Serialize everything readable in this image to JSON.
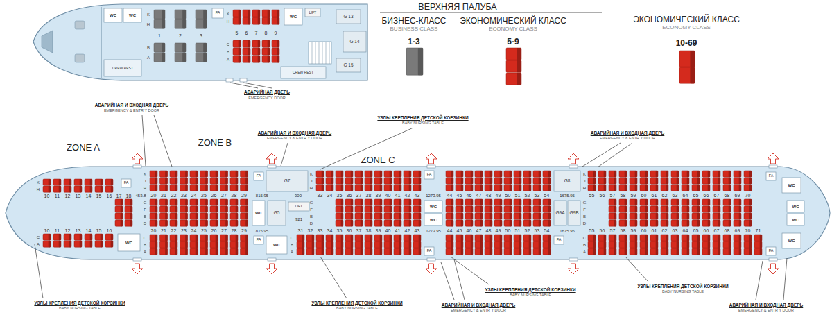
{
  "diagram": {
    "title": "ВЕРХНЯЯ ПАЛУБА",
    "labels": [
      "BUSINESS CLASS",
      "1-3",
      "ECONOMY CLASS",
      "5-9",
      "ECONOMY CLASS",
      "10-69",
      "1",
      "2",
      "3",
      "5",
      "6",
      "7",
      "8",
      "9",
      "K",
      "H",
      "B",
      "A",
      "K",
      "H",
      "C",
      "B",
      "A",
      "WC",
      "WC",
      "WC",
      "FA",
      "LIFT",
      "CREW REST",
      "CREW REST",
      "G 13",
      "G 14",
      "G 15",
      "АВАРИЙНАЯ ДВЕРЬ",
      "EMERGENCY DOOR",
      "ZONE A",
      "ZONE B",
      "ZONE C",
      "АВАРИЙНАЯ И ВХОДНАЯ ДВЕРЬ",
      "EMERGENCY & ENTR Y DOOR",
      "АВАРИЙНАЯ И ВХОДНАЯ ДВЕРЬ",
      "EMERGENCY & ENTR Y DOOR",
      "УЗЛЫ КРЕПЛЕНИЯ ДЕТСКОЙ КОРЗИНКИ",
      "BABY NURSING TABLE",
      "АВАРИЙНАЯ И ВХОДНАЯ ДВЕРЬ",
      "EMERGENCY & ENTR Y DOOR",
      "УЗЛЫ КРЕПЛЕНИЯ ДЕТСКОЙ КОРЗИНКИ",
      "BABY NURSING TABLE",
      "УЗЛЫ КРЕПЛЕНИЯ ДЕТСКОЙ КОРЗИНКИ",
      "BABY NURSING TABLE",
      "УЗЛЫ КРЕПЛЕНИЯ ДЕТСКОЙ КОРЗИНКИ",
      "BABY NURSING TABLE",
      "АВАРИЙНАЯ И ВХОДНАЯ ДВЕРЬ",
      "EMERGENCY & ENTR Y DOOR",
      "УЗЛЫ КРЕПЛЕНИЯ ДЕТСКОЙ КОРЗИНКИ",
      "BABY NURSING TABLE",
      "АВАРИЙНАЯ И ВХОДНАЯ ДВЕРЬ",
      "EMERGENCY & ENTR Y DOOR",
      "453.8",
      "815.95",
      "815.95",
      "900",
      "921",
      "1273.95",
      "1273.95",
      "1675.95",
      "1675.95",
      "G7",
      "G5",
      "LIFT",
      "G8",
      "G9A",
      "G9B",
      "WC",
      "WC",
      "WC",
      "WC",
      "WC",
      "WC",
      "WC",
      "WC",
      "WC",
      "FA",
      "FA",
      "FA",
      "FA",
      "FA",
      "FA",
      "FA",
      "FA",
      "K",
      "H",
      "C",
      "A",
      "K",
      "J",
      "H",
      "G",
      "F",
      "E",
      "D",
      "C",
      "B",
      "A",
      "K",
      "J",
      "H",
      "G",
      "F",
      "E",
      "D",
      "C",
      "B",
      "A",
      "K",
      "J",
      "H",
      "G",
      "F",
      "E",
      "D",
      "C",
      "B",
      "A",
      "10",
      "11",
      "12",
      "13",
      "14",
      "15",
      "16",
      "17",
      "18",
      "10",
      "11",
      "12",
      "13",
      "14",
      "15",
      "16",
      "20",
      "21",
      "22",
      "23",
      "24",
      "25",
      "26",
      "27",
      "28",
      "29",
      "20",
      "21",
      "22",
      "23",
      "24",
      "25",
      "26",
      "27",
      "28",
      "29",
      "33",
      "34",
      "35",
      "36",
      "37",
      "38",
      "39",
      "40",
      "41",
      "42",
      "43",
      "44",
      "45",
      "46",
      "47",
      "48",
      "49",
      "50",
      "51",
      "52",
      "53",
      "54",
      "31",
      "32",
      "33",
      "34",
      "35",
      "36",
      "37",
      "38",
      "39",
      "40",
      "41",
      "42",
      "43",
      "44",
      "45",
      "46",
      "47",
      "48",
      "49",
      "50",
      "51",
      "52",
      "53",
      "54",
      "55",
      "56",
      "57",
      "58",
      "59",
      "60",
      "61",
      "62",
      "63",
      "64",
      "65",
      "66",
      "67",
      "68",
      "69",
      "70",
      "55",
      "56",
      "57",
      "58",
      "59",
      "60",
      "61",
      "62",
      "63",
      "64",
      "65",
      "66",
      "67",
      "68",
      "69",
      "70",
      "71"
    ],
    "legend": [
      {
        "text": "БИЗНЕС-КЛАСС",
        "color": "#7a7a7a"
      },
      {
        "text": "ЭКОНОМИЧЕСКИЙ КЛАСС",
        "color": "#d42a1d"
      },
      {
        "text": "ЭКОНОМИЧЕСКИЙ КЛАСС",
        "color": "#d42a1d"
      }
    ]
  }
}
